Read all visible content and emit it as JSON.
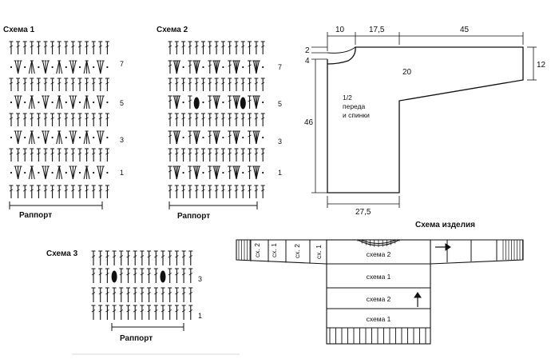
{
  "scheme1": {
    "title": "Схема 1",
    "rapport": "Раппорт",
    "rows": [
      "7",
      "5",
      "3",
      "1"
    ]
  },
  "scheme2": {
    "title": "Схема 2",
    "rapport": "Раппорт",
    "rows": [
      "7",
      "5",
      "3",
      "1"
    ]
  },
  "scheme3": {
    "title": "Схема 3",
    "rapport": "Раппорт",
    "rows": [
      "3",
      "1"
    ]
  },
  "pattern": {
    "label_line1": "1/2",
    "label_line2": "переда",
    "label_line3": "и спинки",
    "dims": {
      "neck_width": "10",
      "shoulder": "17,5",
      "sleeve_length": "45",
      "neck_front_drop": "2",
      "neck_back_drop": "4",
      "body_length": "46",
      "armhole": "20",
      "sleeve_cuff": "12",
      "hem_width": "27,5"
    }
  },
  "product": {
    "title": "Схема изделия",
    "body_bands": [
      "схема 2",
      "схема 1",
      "схема 2",
      "схема 1"
    ],
    "sleeve_bands": [
      "сх. 2",
      "сх. 1",
      "сх. 2",
      "сх. 1"
    ]
  },
  "colors": {
    "ink": "#111111",
    "paper": "#ffffff"
  }
}
